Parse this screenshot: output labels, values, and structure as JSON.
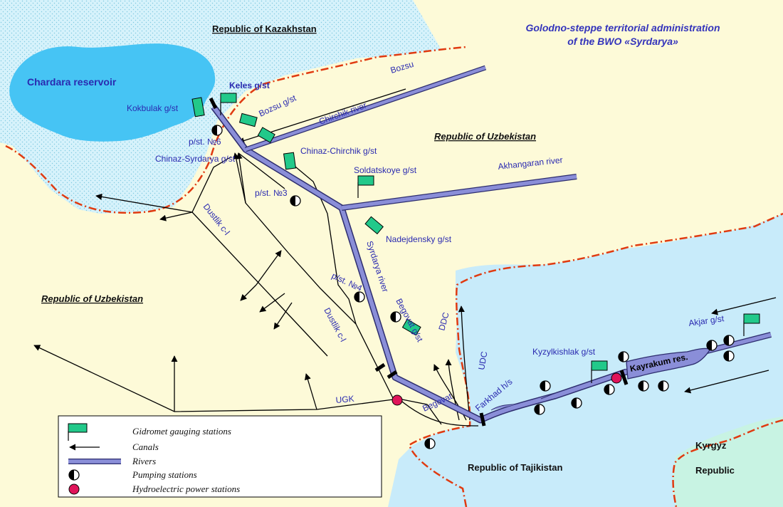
{
  "title": {
    "line1": "Golodno-steppe territorial administration",
    "line2": "of the BWO «Syrdarya»"
  },
  "countries": {
    "kazakhstan": "Republic of Kazakhstan",
    "uzbekistan_north": "Republic of Uzbekistan",
    "uzbekistan_west": "Republic of Uzbekistan",
    "tajikistan": "Republic of Tajikistan",
    "kyrgyz_line1": "Kyrgyz",
    "kyrgyz_line2": "Republic"
  },
  "water_bodies": {
    "chardara": "Chardara reservoir",
    "kayrakum": "Kayrakum res."
  },
  "rivers": {
    "chirchik": "Chirchik river",
    "akhangaran": "Akhangaran river",
    "syrdarya": "Syrdarya river",
    "bozsu": "Bozsu"
  },
  "stations": {
    "keles": "Keles g/st",
    "kokbulak": "Kokbulak g/st",
    "bozsu": "Bozsu g/st",
    "chinaz_chirchik": "Chinaz-Chirchik g/st",
    "chinaz_syrdarya": "Chinaz-Syrdarya g/st",
    "soldatskoye": "Soldatskoye g/st",
    "nadejdensky": "Nadejdensky g/st",
    "begovat": "Begovat g/st",
    "kyzylkishlak": "Kyzylkishlak g/st",
    "akjar": "Akjar g/st"
  },
  "pumping_points": {
    "pst6": "p/st. №6",
    "pst3": "p/st. №3",
    "pst4": "p/st. №4"
  },
  "canals": {
    "dustlik1": "Dustlik c-l",
    "dustlik2": "Dustlik c-l",
    "ugk": "UGK",
    "begovat": "Begovat",
    "ddc": "DDC",
    "udc": "UDC"
  },
  "hydro": {
    "farkhad": "Farkhad h/s"
  },
  "legend": {
    "gauging": "Gidromet gauging stations",
    "canals": "Canals",
    "rivers": "Rivers",
    "pumping": "Pumping stations",
    "hydro": "Hydroelectric power stations"
  },
  "colors": {
    "land": "#fdfad8",
    "kazakh_land": "#ccf0f8",
    "water_blue": "#c8ebfa",
    "kyrgyz": "#c8f3e3",
    "river": "#8a8ed8",
    "river_edge": "#2d2d6e",
    "border": "#e03a10",
    "gauge": "#22c98a",
    "hps": "#e0145a",
    "text": "#2a2ab0"
  }
}
